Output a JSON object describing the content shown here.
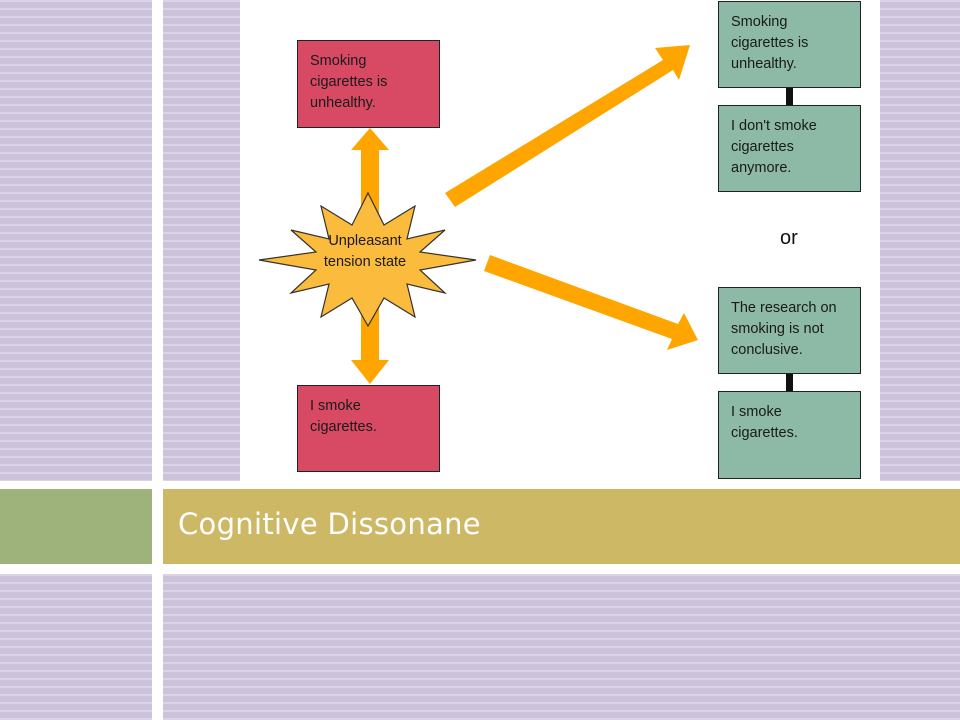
{
  "slide": {
    "title": "Cognitive Dissonane"
  },
  "diagram": {
    "left_top_box": "Smoking cigarettes is unhealthy.",
    "left_bottom_box": "I smoke cigarettes.",
    "center_starburst": "Unpleasant tension state",
    "right_option_1": {
      "top": "Smoking cigarettes is unhealthy.",
      "bottom": "I don't smoke cigarettes anymore."
    },
    "separator": "or",
    "right_option_2": {
      "top": "The research on smoking is not conclusive.",
      "bottom": "I smoke cigarettes."
    }
  },
  "colors": {
    "red_box": "#d84a63",
    "green_box": "#8cbaa6",
    "arrow": "#ffa500",
    "starburst": "#fbbb3c",
    "title_bar": "#cdb865",
    "accent_green": "#9eb27b",
    "background_stripes": "#cdc2dc"
  }
}
